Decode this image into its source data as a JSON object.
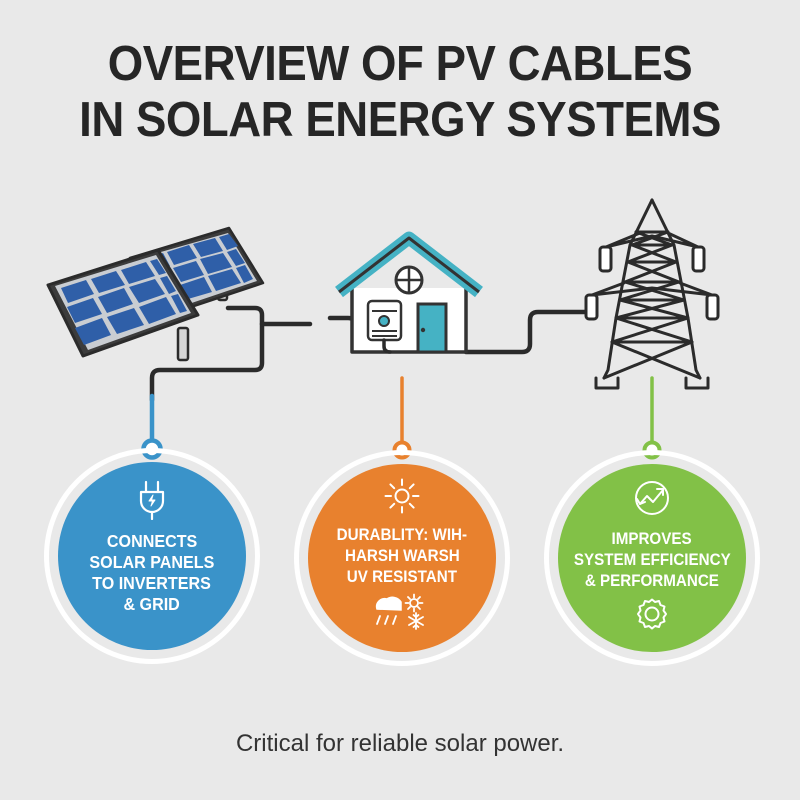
{
  "background_color": "#e9e9e9",
  "title": {
    "line1": "OVERVIEW OF PV CABLES",
    "line2": "IN SOLAR ENERGY SYSTEMS"
  },
  "colors": {
    "blue": "#3a93c9",
    "orange": "#e8812e",
    "green": "#82c147",
    "cable": "#2b2b2b",
    "roof": "#45b2c4",
    "panel_cell": "#2f5fa8",
    "text_dark": "#262626",
    "ring_white": "#ffffff"
  },
  "scene": {
    "solar_panel": {
      "label": "solar-panel-array"
    },
    "house": {
      "label": "house-with-inverter"
    },
    "tower": {
      "label": "transmission-tower"
    }
  },
  "cards": [
    {
      "id": "connects",
      "color": "#3a93c9",
      "icon_top": "plug-icon",
      "icon_bottom": null,
      "lines": [
        "CONNECTS",
        "SOLAR PANELS",
        "TO INVERTERS",
        "& GRID"
      ]
    },
    {
      "id": "durability",
      "color": "#e8812e",
      "icon_top": "sun-icon",
      "icon_bottom": "weather-rain-sun-snow-icon",
      "lines": [
        "DURABLITY: WIH-",
        "HARSH WARSH",
        "UV RESISTANT"
      ]
    },
    {
      "id": "efficiency",
      "color": "#82c147",
      "icon_top": "trending-up-chart-icon",
      "icon_bottom": "gear-icon",
      "lines": [
        "IMPROVES",
        "SYSTEM EFFICIENCY",
        "& PERFORMANCE"
      ]
    }
  ],
  "footer": {
    "text": "Critical for reliable solar power."
  }
}
